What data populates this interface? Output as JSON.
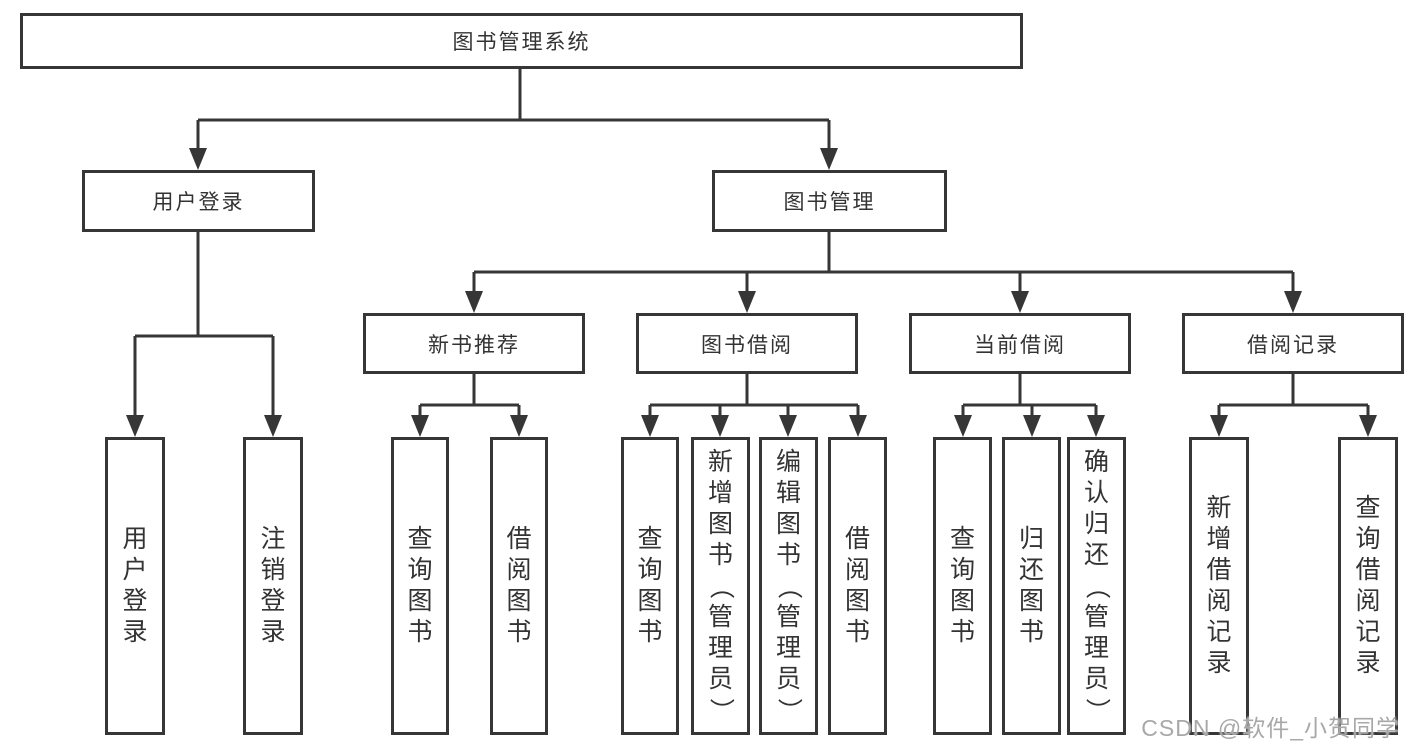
{
  "diagram": {
    "root": {
      "label": "图书管理系统"
    },
    "branches": [
      {
        "label": "用户登录",
        "leaves": [
          {
            "label": "用户登录"
          },
          {
            "label": "注销登录"
          }
        ]
      },
      {
        "label": "图书管理",
        "children": [
          {
            "label": "新书推荐",
            "leaves": [
              {
                "label": "查询图书"
              },
              {
                "label": "借阅图书"
              }
            ]
          },
          {
            "label": "图书借阅",
            "leaves": [
              {
                "label": "查询图书"
              },
              {
                "label": "新增图书（管理员）"
              },
              {
                "label": "编辑图书（管理员）"
              },
              {
                "label": "借阅图书"
              }
            ]
          },
          {
            "label": "当前借阅",
            "leaves": [
              {
                "label": "查询图书"
              },
              {
                "label": "归还图书"
              },
              {
                "label": "确认归还（管理员）"
              }
            ]
          },
          {
            "label": "借阅记录",
            "leaves": [
              {
                "label": "新增借阅记录"
              },
              {
                "label": "查询借阅记录"
              }
            ]
          }
        ]
      }
    ]
  },
  "watermark": "CSDN @软件_小贺同学",
  "colors": {
    "line": "#363636",
    "box_border": "#363636",
    "text": "#333333",
    "watermark": "#a8a8a8",
    "background": "#ffffff"
  }
}
